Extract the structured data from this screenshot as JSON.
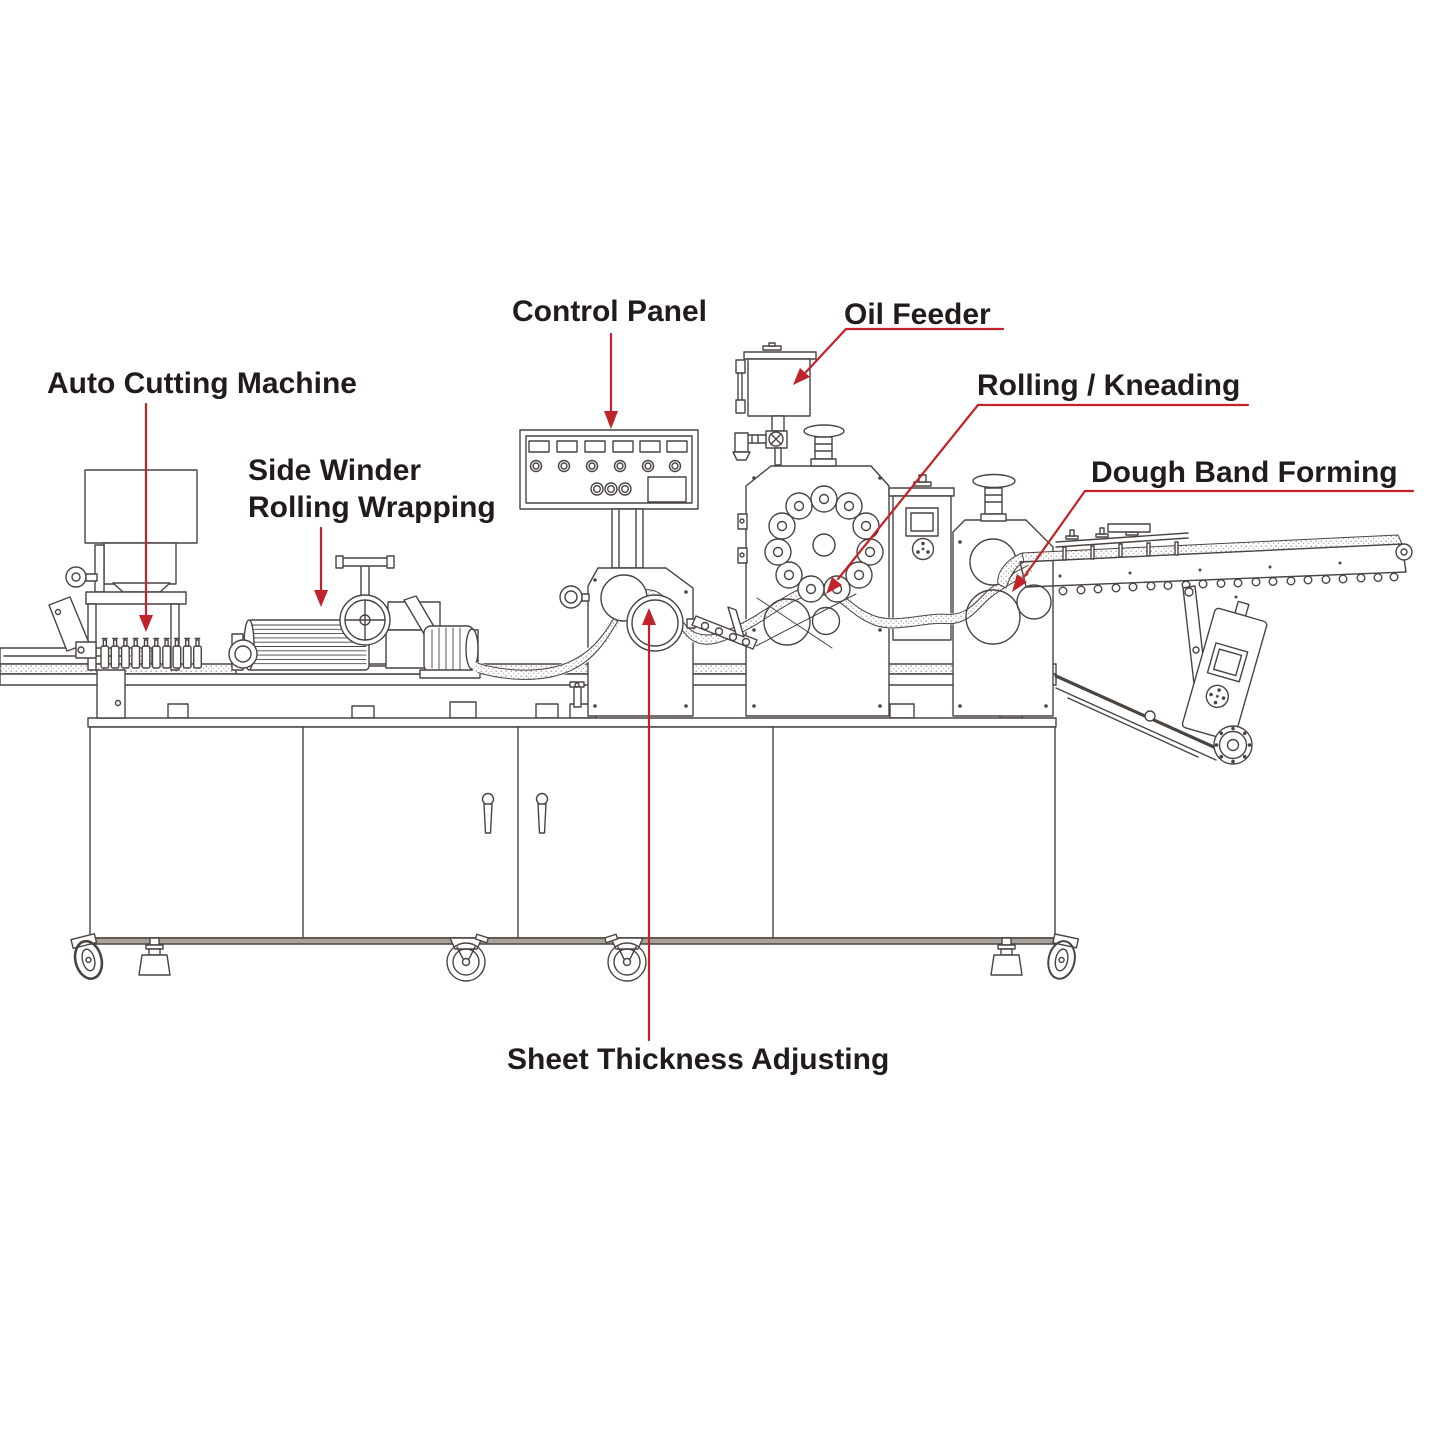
{
  "page": {
    "background": "#ffffff"
  },
  "colors": {
    "annotation_red": "#c2232a",
    "line_art": "#4a4440",
    "label_text": "#211c1a"
  },
  "diagram": {
    "type": "machine-annotated-line-diagram",
    "subject": "dough sheet forming and cutting production line",
    "labels": {
      "auto_cutting": {
        "text": "Auto Cutting Machine"
      },
      "side_winder": {
        "line1": "Side Winder",
        "line2": "Rolling Wrapping"
      },
      "control_panel": {
        "text": "Control Panel"
      },
      "oil_feeder": {
        "text": "Oil Feeder"
      },
      "rolling_kneading": {
        "text": "Rolling / Kneading"
      },
      "dough_band_forming": {
        "text": "Dough Band Forming"
      },
      "sheet_thickness": {
        "text": "Sheet Thickness Adjusting"
      }
    }
  }
}
